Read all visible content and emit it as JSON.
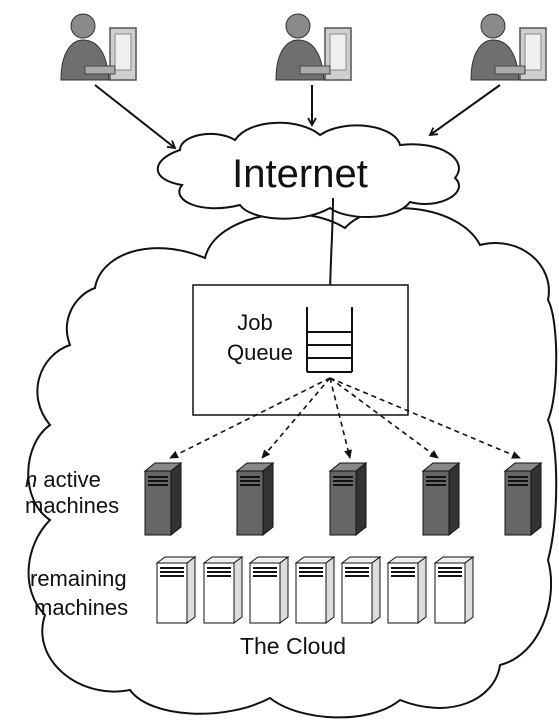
{
  "internet": {
    "label": "Internet"
  },
  "job_queue": {
    "line1": "Job",
    "line2": "Queue"
  },
  "active_machines": {
    "line1_italic": "n",
    "line1_rest": " active",
    "line2": "machines",
    "count": 5
  },
  "remaining_machines": {
    "line1": "remaining",
    "line2": "machines",
    "count": 7
  },
  "cloud": {
    "label": "The Cloud"
  },
  "users": {
    "count": 3
  },
  "colors": {
    "ink": "#111111",
    "server_dark": "#555555",
    "server_light": "#ffffff"
  }
}
